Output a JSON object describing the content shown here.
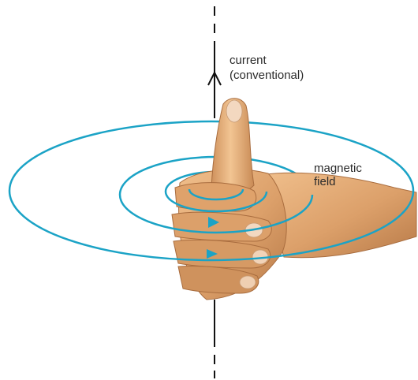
{
  "labels": {
    "current_line1": "current",
    "current_line2": "(conventional)",
    "field_line1": "magnetic",
    "field_line2": "field"
  },
  "colors": {
    "field_lines": "#1ba3c6",
    "wire": "#111111",
    "skin": "#e0a773",
    "skin_shadow": "#b97a4a",
    "nail": "#f3d8c0"
  },
  "icons": {
    "hand": "thumbs-up-hand-icon",
    "current_arrow": "arrow-up-icon",
    "field_arrow": "arrow-right-icon"
  }
}
